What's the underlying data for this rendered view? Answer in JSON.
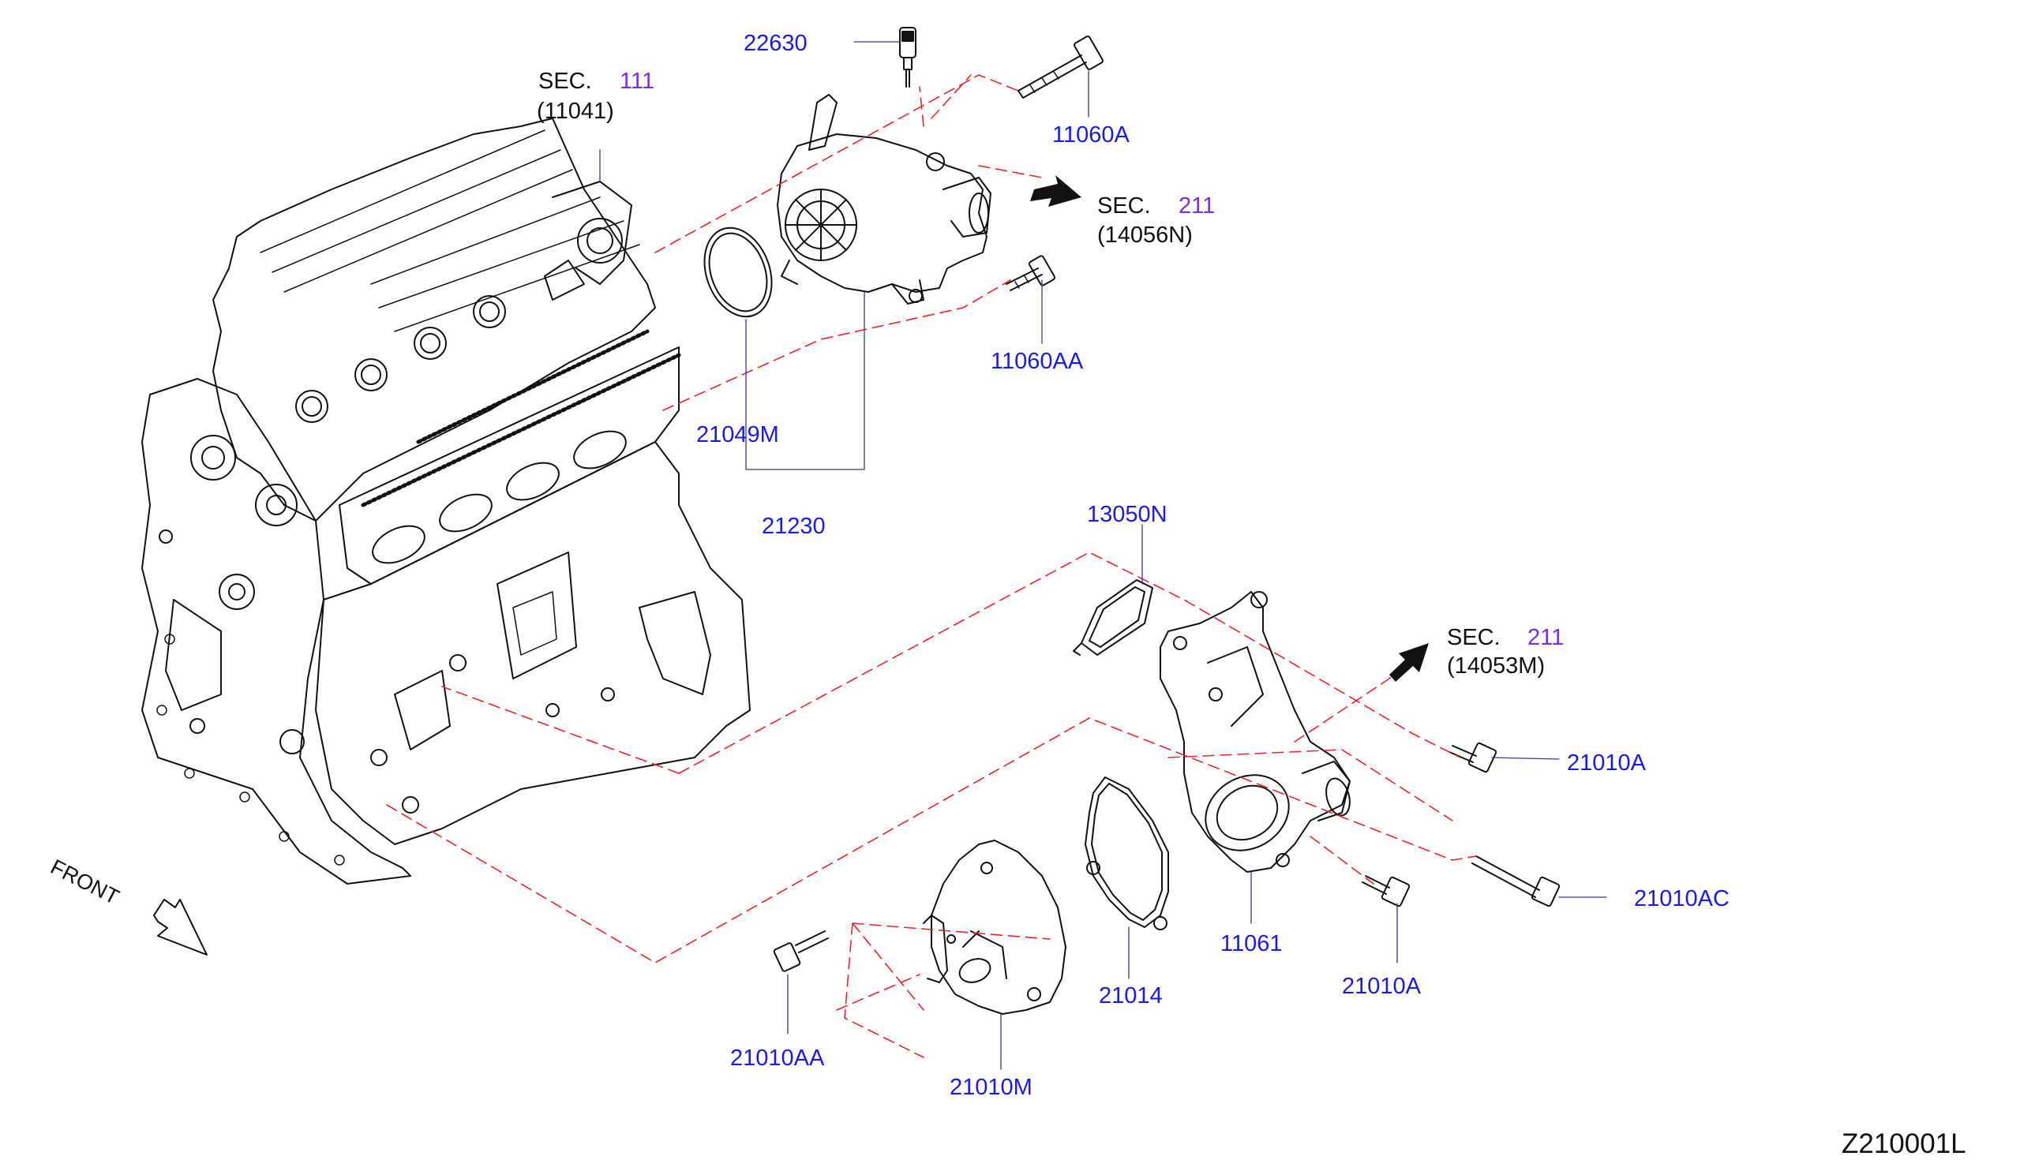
{
  "colors": {
    "part_number": "#1a1ae6",
    "section_number": "#7b2fd6",
    "leader_dash": "#e8262a",
    "line_art": "#111111"
  },
  "parts": {
    "p22630": "22630",
    "p11060A": "11060A",
    "p11060AA": "11060AA",
    "p21049M": "21049M",
    "p21230": "21230",
    "p13050N": "13050N",
    "p21010A_top": "21010A",
    "p21010AC": "21010AC",
    "p11061": "11061",
    "p21010A_bottom": "21010A",
    "p21014": "21014",
    "p21010AA": "21010AA",
    "p21010M": "21010M"
  },
  "sections": {
    "sec111": {
      "word": "SEC.",
      "num": "111",
      "ref": "(11041)"
    },
    "sec211_a": {
      "word": "SEC.",
      "num": "211",
      "ref": "(14056N)"
    },
    "sec211_b": {
      "word": "SEC.",
      "num": "211",
      "ref": "(14053M)"
    }
  },
  "front_label": "FRONT",
  "diagram_code": "Z210001L",
  "icons": {
    "front_arrow": "hollow-arrow-icon",
    "section_arrow": "solid-arrow-icon"
  }
}
